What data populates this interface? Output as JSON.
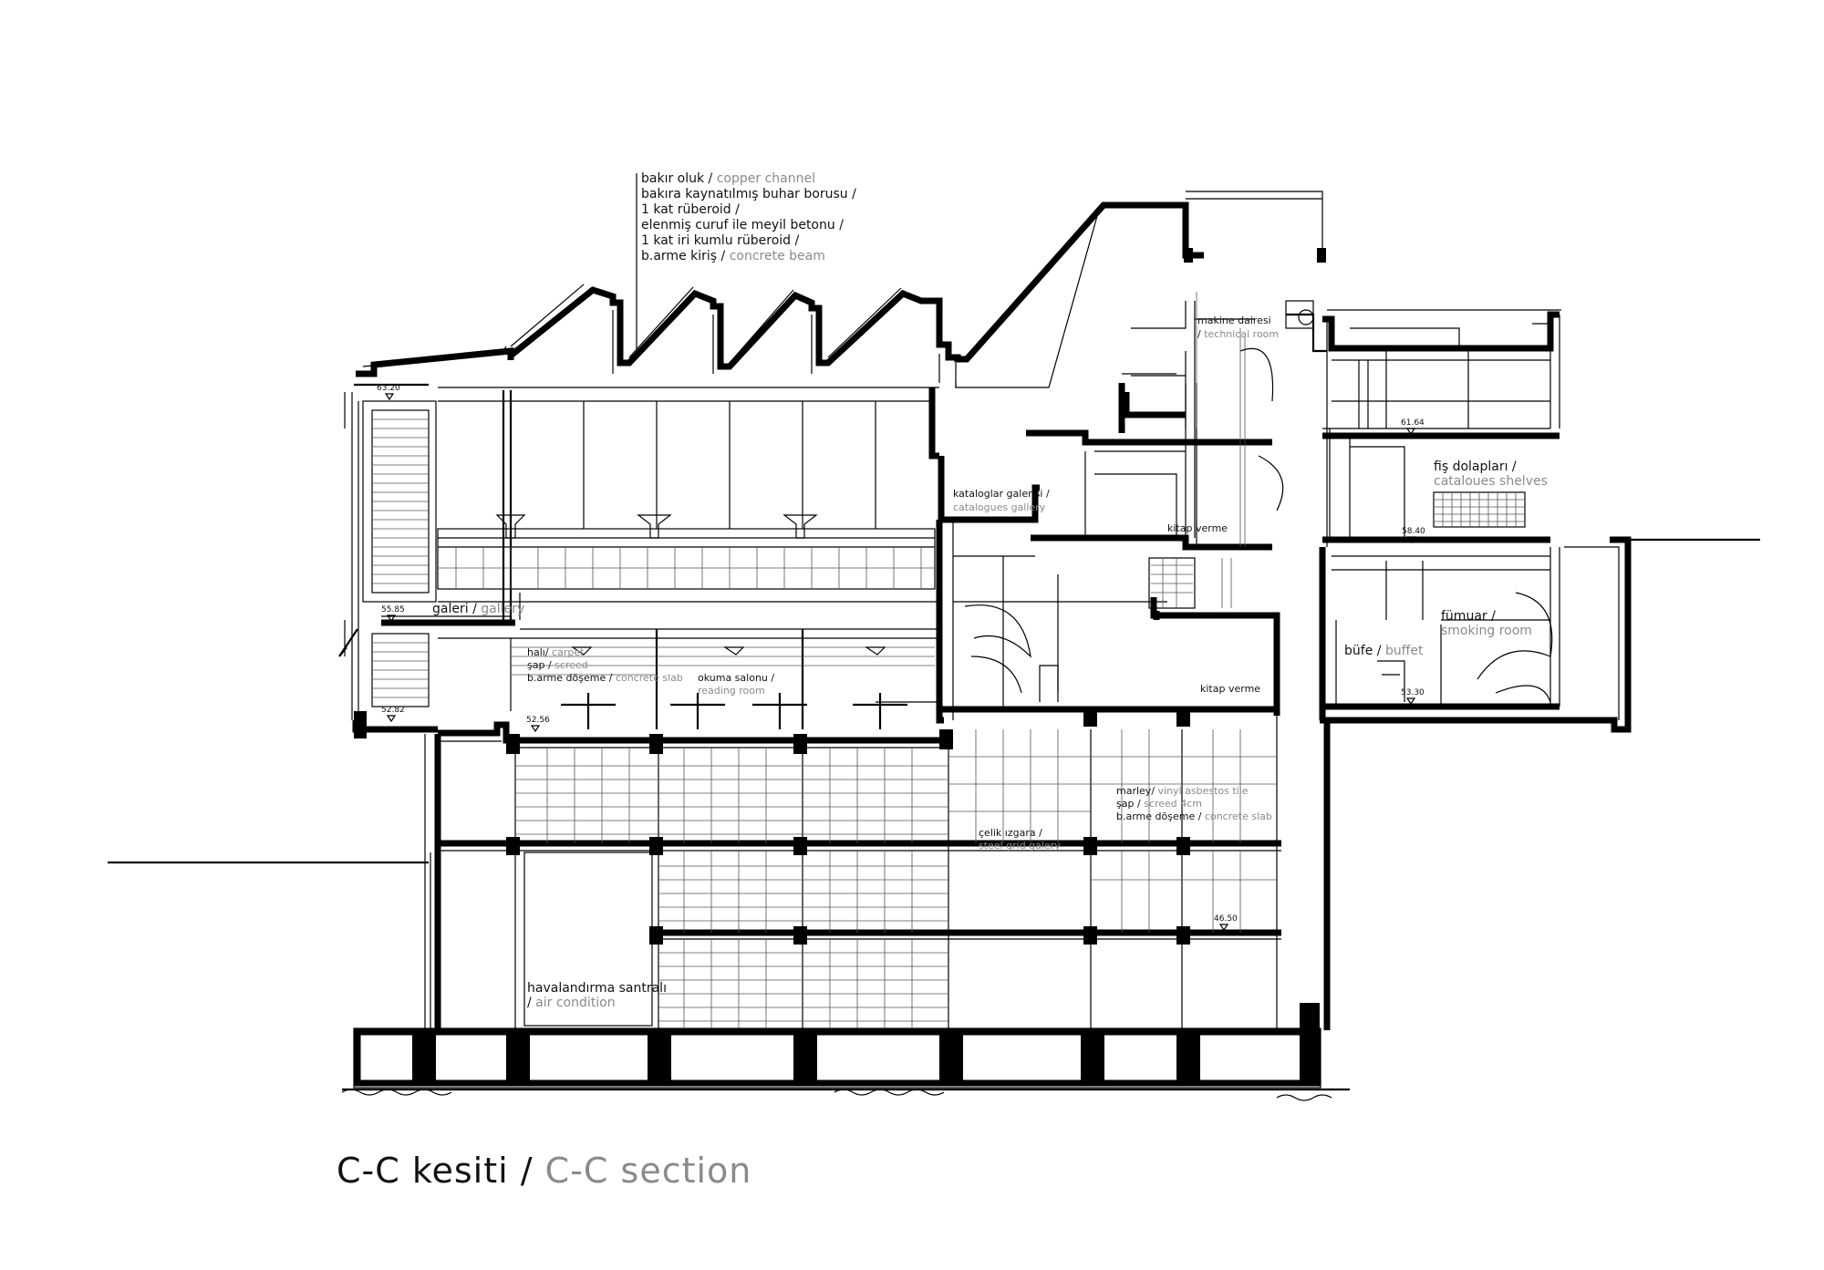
{
  "title": {
    "tr": "C-C kesiti",
    "sep": " / ",
    "en": "C-C section"
  },
  "roof_note": [
    {
      "tr": "bakır oluk",
      "en": "copper channel"
    },
    {
      "tr": "bakıra kaynatılmış buhar borusu",
      "en": ""
    },
    {
      "tr": "1 kat rüberoid",
      "en": ""
    },
    {
      "tr": "elenmiş curuf ile meyil betonu",
      "en": ""
    },
    {
      "tr": "1 kat iri kumlu rüberoid",
      "en": ""
    },
    {
      "tr": "b.arme kiriş",
      "en": "concrete beam"
    }
  ],
  "rooms": {
    "technical_room": {
      "tr": "makine dairesi",
      "en": "technical room"
    },
    "catalogues_gallery": {
      "tr": "kataloglar galerisi",
      "en": "catalogues gallery"
    },
    "circulation_upper": {
      "tr": "kitap verme"
    },
    "circulation_lower": {
      "tr": "kitap verme"
    },
    "catalogue_shelves": {
      "tr": "fiş dolapları",
      "en": "cataloues shelves"
    },
    "smoking_room": {
      "tr": "fümuar",
      "en": "smoking room"
    },
    "buffet": {
      "tr": "büfe",
      "en": "buffet"
    },
    "gallery": {
      "tr": "galeri",
      "en": "gallery"
    },
    "reading_room": {
      "tr": "okuma salonu",
      "en": "reading room"
    },
    "air_condition": {
      "tr": "havalandırma santralı",
      "en": "air condition"
    },
    "steel_grid": {
      "tr": "çelik ızgara",
      "en": "steel grid galery"
    }
  },
  "floor_note_reading": [
    {
      "tr": "halı",
      "sep": "/ ",
      "en": "carpet"
    },
    {
      "tr": "şap",
      "sep": " / ",
      "en": "screed"
    },
    {
      "tr": "b.arme döşeme",
      "sep": " / ",
      "en": "concrete slab"
    }
  ],
  "floor_note_stack": [
    {
      "tr": "marley",
      "sep": "/ ",
      "en": "vinyl asbestos tile"
    },
    {
      "tr": "şap",
      "sep": " / ",
      "en": "screed 4cm"
    },
    {
      "tr": "b.arme döşeme",
      "sep": " / ",
      "en": "concrete slab"
    }
  ],
  "levels": [
    "63.20",
    "55.85",
    "52.82",
    "52.56",
    "61.64",
    "58.40",
    "53.30",
    "46.50"
  ]
}
